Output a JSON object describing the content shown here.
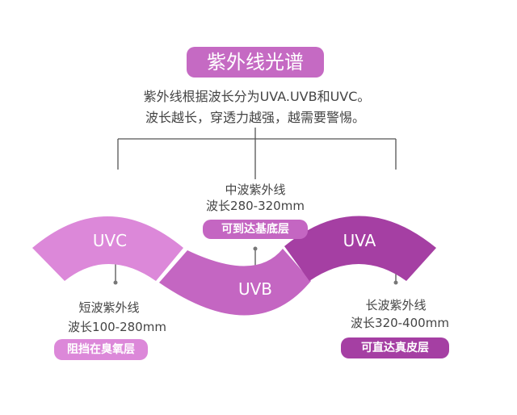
{
  "title": "紫外线光谱",
  "intro": [
    "紫外线根据波长分为UVA.UVB和UVC。",
    "波长越长，穿透力越强，越需要警惕。"
  ],
  "bands": {
    "uvc": {
      "label": "UVC",
      "name": "短波紫外线",
      "range": "波长100-280mm",
      "effect": "阻挡在臭氧层",
      "color": "#dc88d9"
    },
    "uvb": {
      "label": "UVB",
      "name": "中波紫外线",
      "range": "波长280-320mm",
      "effect": "可到达基底层",
      "color": "#c466c2"
    },
    "uva": {
      "label": "UVA",
      "name": "长波紫外线",
      "range": "波长320-400mm",
      "effect": "可直达真皮层",
      "color": "#a53fa3"
    }
  }
}
